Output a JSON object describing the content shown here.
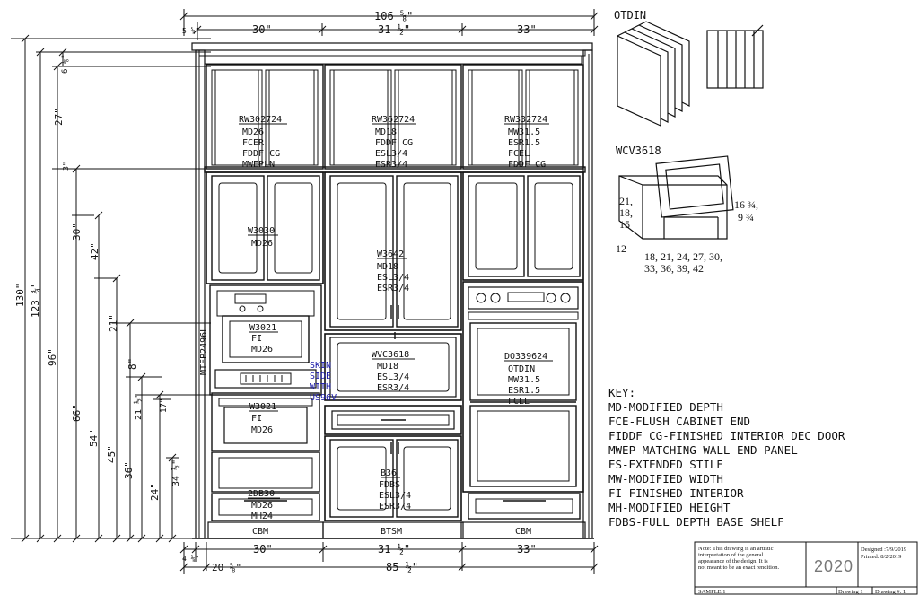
{
  "dims": {
    "total_width": "106 ⅝\"",
    "top_left_gap": "5 ⅝\"",
    "widths_top": [
      "30\"",
      "31 ½\"",
      "33\""
    ],
    "widths_bottom": [
      "30\"",
      "31 ½\"",
      "33\""
    ],
    "bottom_left": "4 ⅛\"",
    "bottom_offset": "20 ⅝\"",
    "bottom_span": "85 ½\"",
    "left_chain": [
      "6 ⅛\"",
      "27\"",
      "3\"",
      "30\"",
      "42\"",
      "21\"",
      "8\"",
      "21 ½\"",
      "17\"",
      "24\"",
      "34 ½\""
    ],
    "left_heights": [
      "130\"",
      "123 ¾\"",
      "96\"",
      "66\"",
      "54\"",
      "45\"",
      "36\""
    ]
  },
  "labels": {
    "rw30": [
      "RW302724",
      "MD26",
      "FCER",
      "FDDF CG",
      "MWEPLN"
    ],
    "rw36": [
      "RW362724",
      "MD18",
      "FDDF CG",
      "ESL3/4",
      "ESR3/4"
    ],
    "rw33": [
      "RW332724",
      "MW31.5",
      "ESR1.5",
      "FCEL",
      "FDDF CG"
    ],
    "w3030": [
      "W3030",
      "MD26"
    ],
    "w3642": [
      "W3642",
      "MD18",
      "ESL3/4",
      "ESR3/4"
    ],
    "w3021a": [
      "W3021",
      "FI",
      "MD26"
    ],
    "w3021b": [
      "W3021",
      "FI",
      "MD26"
    ],
    "wvc": [
      "WVC3618",
      "MD18",
      "ESL3/4",
      "ESR3/4"
    ],
    "do": [
      "DO339624",
      "OTDIN",
      "MW31.5",
      "ESR1.5",
      "FCEL"
    ],
    "b36": [
      "B36",
      "FDBS",
      "ESL3/4",
      "ESR3/4"
    ],
    "db30": [
      "2DB30",
      "MD26",
      "MH24"
    ],
    "skin": [
      "SKIN",
      "SIDE",
      "WITH",
      "US96V"
    ],
    "mtep": "MTEP2496L",
    "bases": [
      "CBM",
      "BTSM",
      "CBM"
    ]
  },
  "otdin": {
    "title": "OTDIN"
  },
  "wcv": {
    "title": "WCV3618",
    "heights": [
      "21,",
      "18,",
      "15"
    ],
    "depth": "12",
    "depths": [
      "16 ¾,",
      "9 ¾"
    ],
    "widths_line1": "18, 21, 24, 27, 30,",
    "widths_line2": "33, 36, 39, 42"
  },
  "key": {
    "title": "KEY:",
    "items": [
      "MD-MODIFIED DEPTH",
      "FCE-FLUSH CABINET END",
      "FIDDF CG-FINISHED INTERIOR DEC DOOR",
      "MWEP-MATCHING WALL END PANEL",
      "ES-EXTENDED STILE",
      "MW-MODIFIED WIDTH",
      "FI-FINISHED INTERIOR",
      "MH-MODIFIED HEIGHT",
      "FDBS-FULL DEPTH BASE SHELF"
    ]
  },
  "titleblock": {
    "note": [
      "Note: This drawing is an artistic",
      "interpretation of the general",
      "appearance of the design. It is",
      "not meant to be an exact rendition."
    ],
    "logo": "2020",
    "designed": "Designed :7/9/2019",
    "printed": "Printed: 8/2/2019",
    "sample": "SAMPLE 1",
    "drawing": "Drawing 1",
    "drawing_num": "Drawing #: 1"
  },
  "colors": {
    "ink": "#111111",
    "blue": "#1a1aa8",
    "logo": "#777777"
  }
}
